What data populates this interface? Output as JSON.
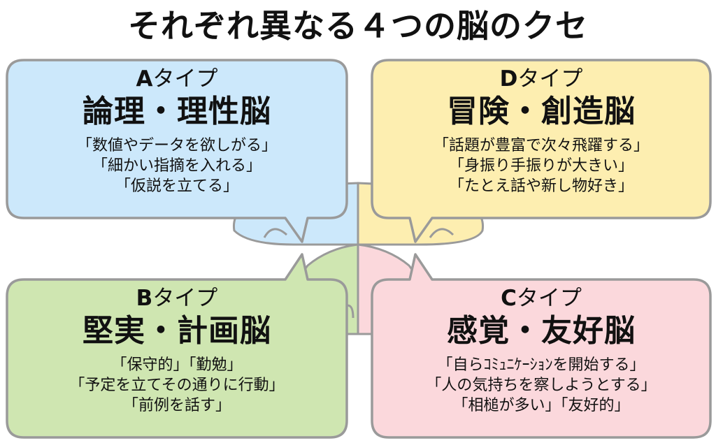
{
  "title": "それぞれ異なる４つの脳のクセ",
  "colors": {
    "a": "#cce8fb",
    "d": "#fdeeb0",
    "b": "#cfe6b1",
    "c": "#fbd8dc",
    "outline": "#9a9a9a"
  },
  "cards": {
    "a": {
      "type_letter": "A",
      "type_suffix": "タイプ",
      "brain": "論理・理性脳",
      "traits": [
        "「数値やデータを欲しがる」",
        "「細かい指摘を入れる」",
        "「仮説を立てる」"
      ]
    },
    "d": {
      "type_letter": "D",
      "type_suffix": "タイプ",
      "brain": "冒険・創造脳",
      "traits": [
        "「話題が豊富で次々飛躍する」",
        "「身振り手振りが大きい」",
        "「たとえ話や新し物好き」"
      ]
    },
    "b": {
      "type_letter": "B",
      "type_suffix": "タイプ",
      "brain": "堅実・計画脳",
      "traits": [
        "「保守的」「勤勉」",
        "「予定を立てその通りに行動」",
        "「前例を話す」"
      ]
    },
    "c": {
      "type_letter": "C",
      "type_suffix": "タイプ",
      "brain": "感覚・友好脳",
      "traits": [
        "「自らｺﾐｭﾆｹｰｼｮﾝを開始する」",
        "「人の気持ちを察しようとする」",
        "「相槌が多い」「友好的」"
      ]
    }
  }
}
